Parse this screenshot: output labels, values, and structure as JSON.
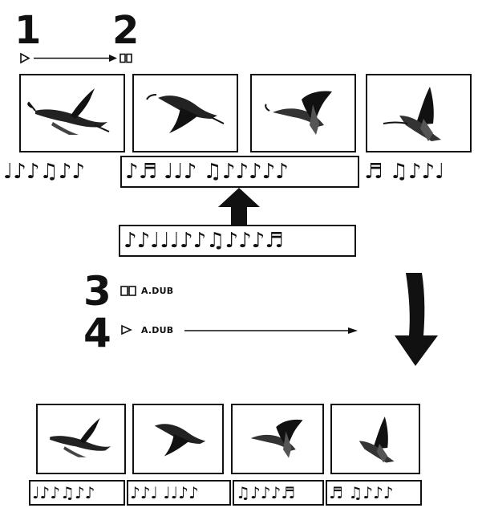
{
  "top_steps": {
    "step1": "1",
    "step2": "2"
  },
  "bottom_steps": {
    "step3": "3",
    "step3_label": "A.DUB",
    "step4": "4",
    "step4_label": "A.DUB"
  },
  "icons": {
    "play": "play-icon",
    "pause": "pause-icon",
    "arrow_up": "arrow-up-icon",
    "arrow_down": "arrow-down-icon"
  },
  "music_tracks": {
    "top_left": "♩♪♪♫♪♪",
    "top_boxed": "♪♬ ♩♩♪ ♫♪♪♪♪♪",
    "top_right": "♬ ♫♪♪♩",
    "source": "♪♪♩♩♩♪♪♫♪♪♪♬",
    "bottom_1": "♩♪♪♫♪♪",
    "bottom_2": "♪♪♩ ♩♩♪♪",
    "bottom_3": "♫♪♪♪♬",
    "bottom_4": "♬ ♫♪♪♪"
  }
}
